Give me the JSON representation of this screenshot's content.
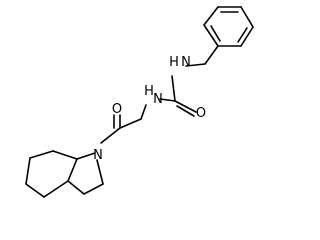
{
  "labels": {
    "nh_benzyl": "H",
    "n_benzyl": "N",
    "nh_glycine": "H",
    "n_glycine": "N",
    "o_urea": "O",
    "o_amide": "O",
    "n_indoline": "N"
  }
}
